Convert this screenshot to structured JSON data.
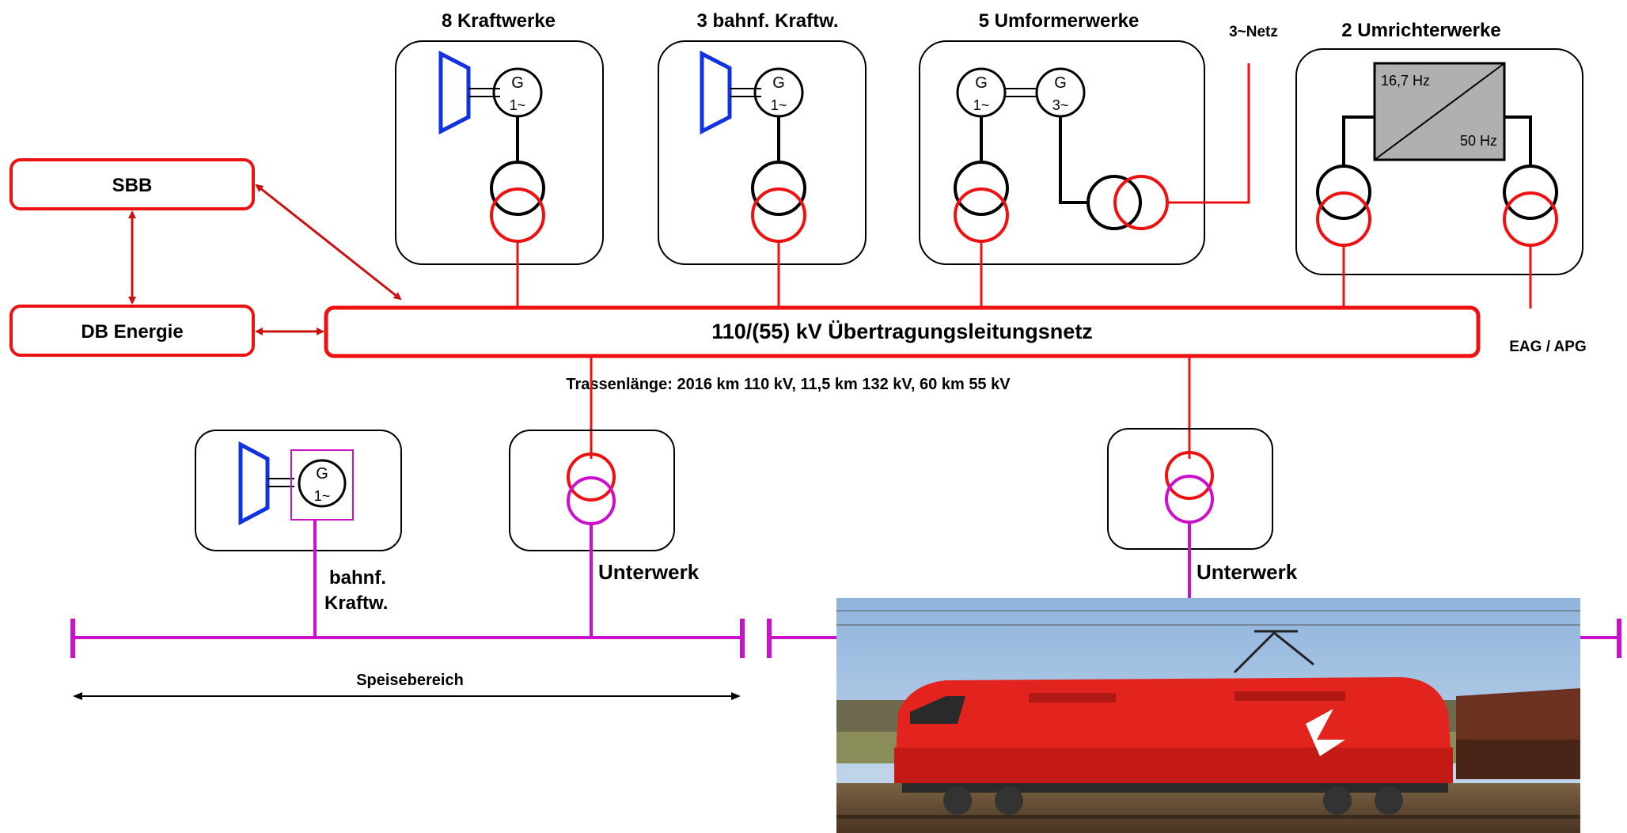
{
  "plants": {
    "kraftwerke": {
      "title": "8 Kraftwerke",
      "gen_g": "G",
      "gen_phase": "1~"
    },
    "bahnf_kraftw": {
      "title": "3 bahnf. Kraftw.",
      "gen_g": "G",
      "gen_phase": "1~"
    },
    "umformerwerke": {
      "title": "5 Umformerwerke",
      "gen1_g": "G",
      "gen1_phase": "1~",
      "gen2_g": "G",
      "gen2_phase": "3~"
    },
    "umrichterwerke": {
      "title": "2 Umrichterwerke",
      "freq_top": "16,7 Hz",
      "freq_bottom": "50 Hz"
    }
  },
  "three_phase_grid": "3~Netz",
  "eag_apg": "EAG / APG",
  "sbb": "SBB",
  "db_energie": "DB Energie",
  "bus": {
    "title": "110/(55) kV Übertragungsleitungsnetz",
    "route_length": "Trassenlänge: 2016 km 110 kV, 11,5 km 132 kV, 60 km 55 kV"
  },
  "lower": {
    "local_plant": {
      "gen_g": "G",
      "gen_phase": "1~",
      "label_line1": "bahnf.",
      "label_line2": "Kraftw."
    },
    "substation_left": "Unterwerk",
    "substation_right": "Unterwerk",
    "feed_area": "Speisebereich"
  },
  "colors": {
    "hv_red": "#ee1111",
    "catenary_magenta": "#cc11cc",
    "turbine_blue": "#1133dd",
    "arrow_darkred": "#cc1111"
  },
  "icons": {
    "turbine": "turbine-icon",
    "generator": "generator-icon",
    "transformer": "transformer-icon",
    "converter": "frequency-converter-icon",
    "photo": "locomotive-photo"
  }
}
